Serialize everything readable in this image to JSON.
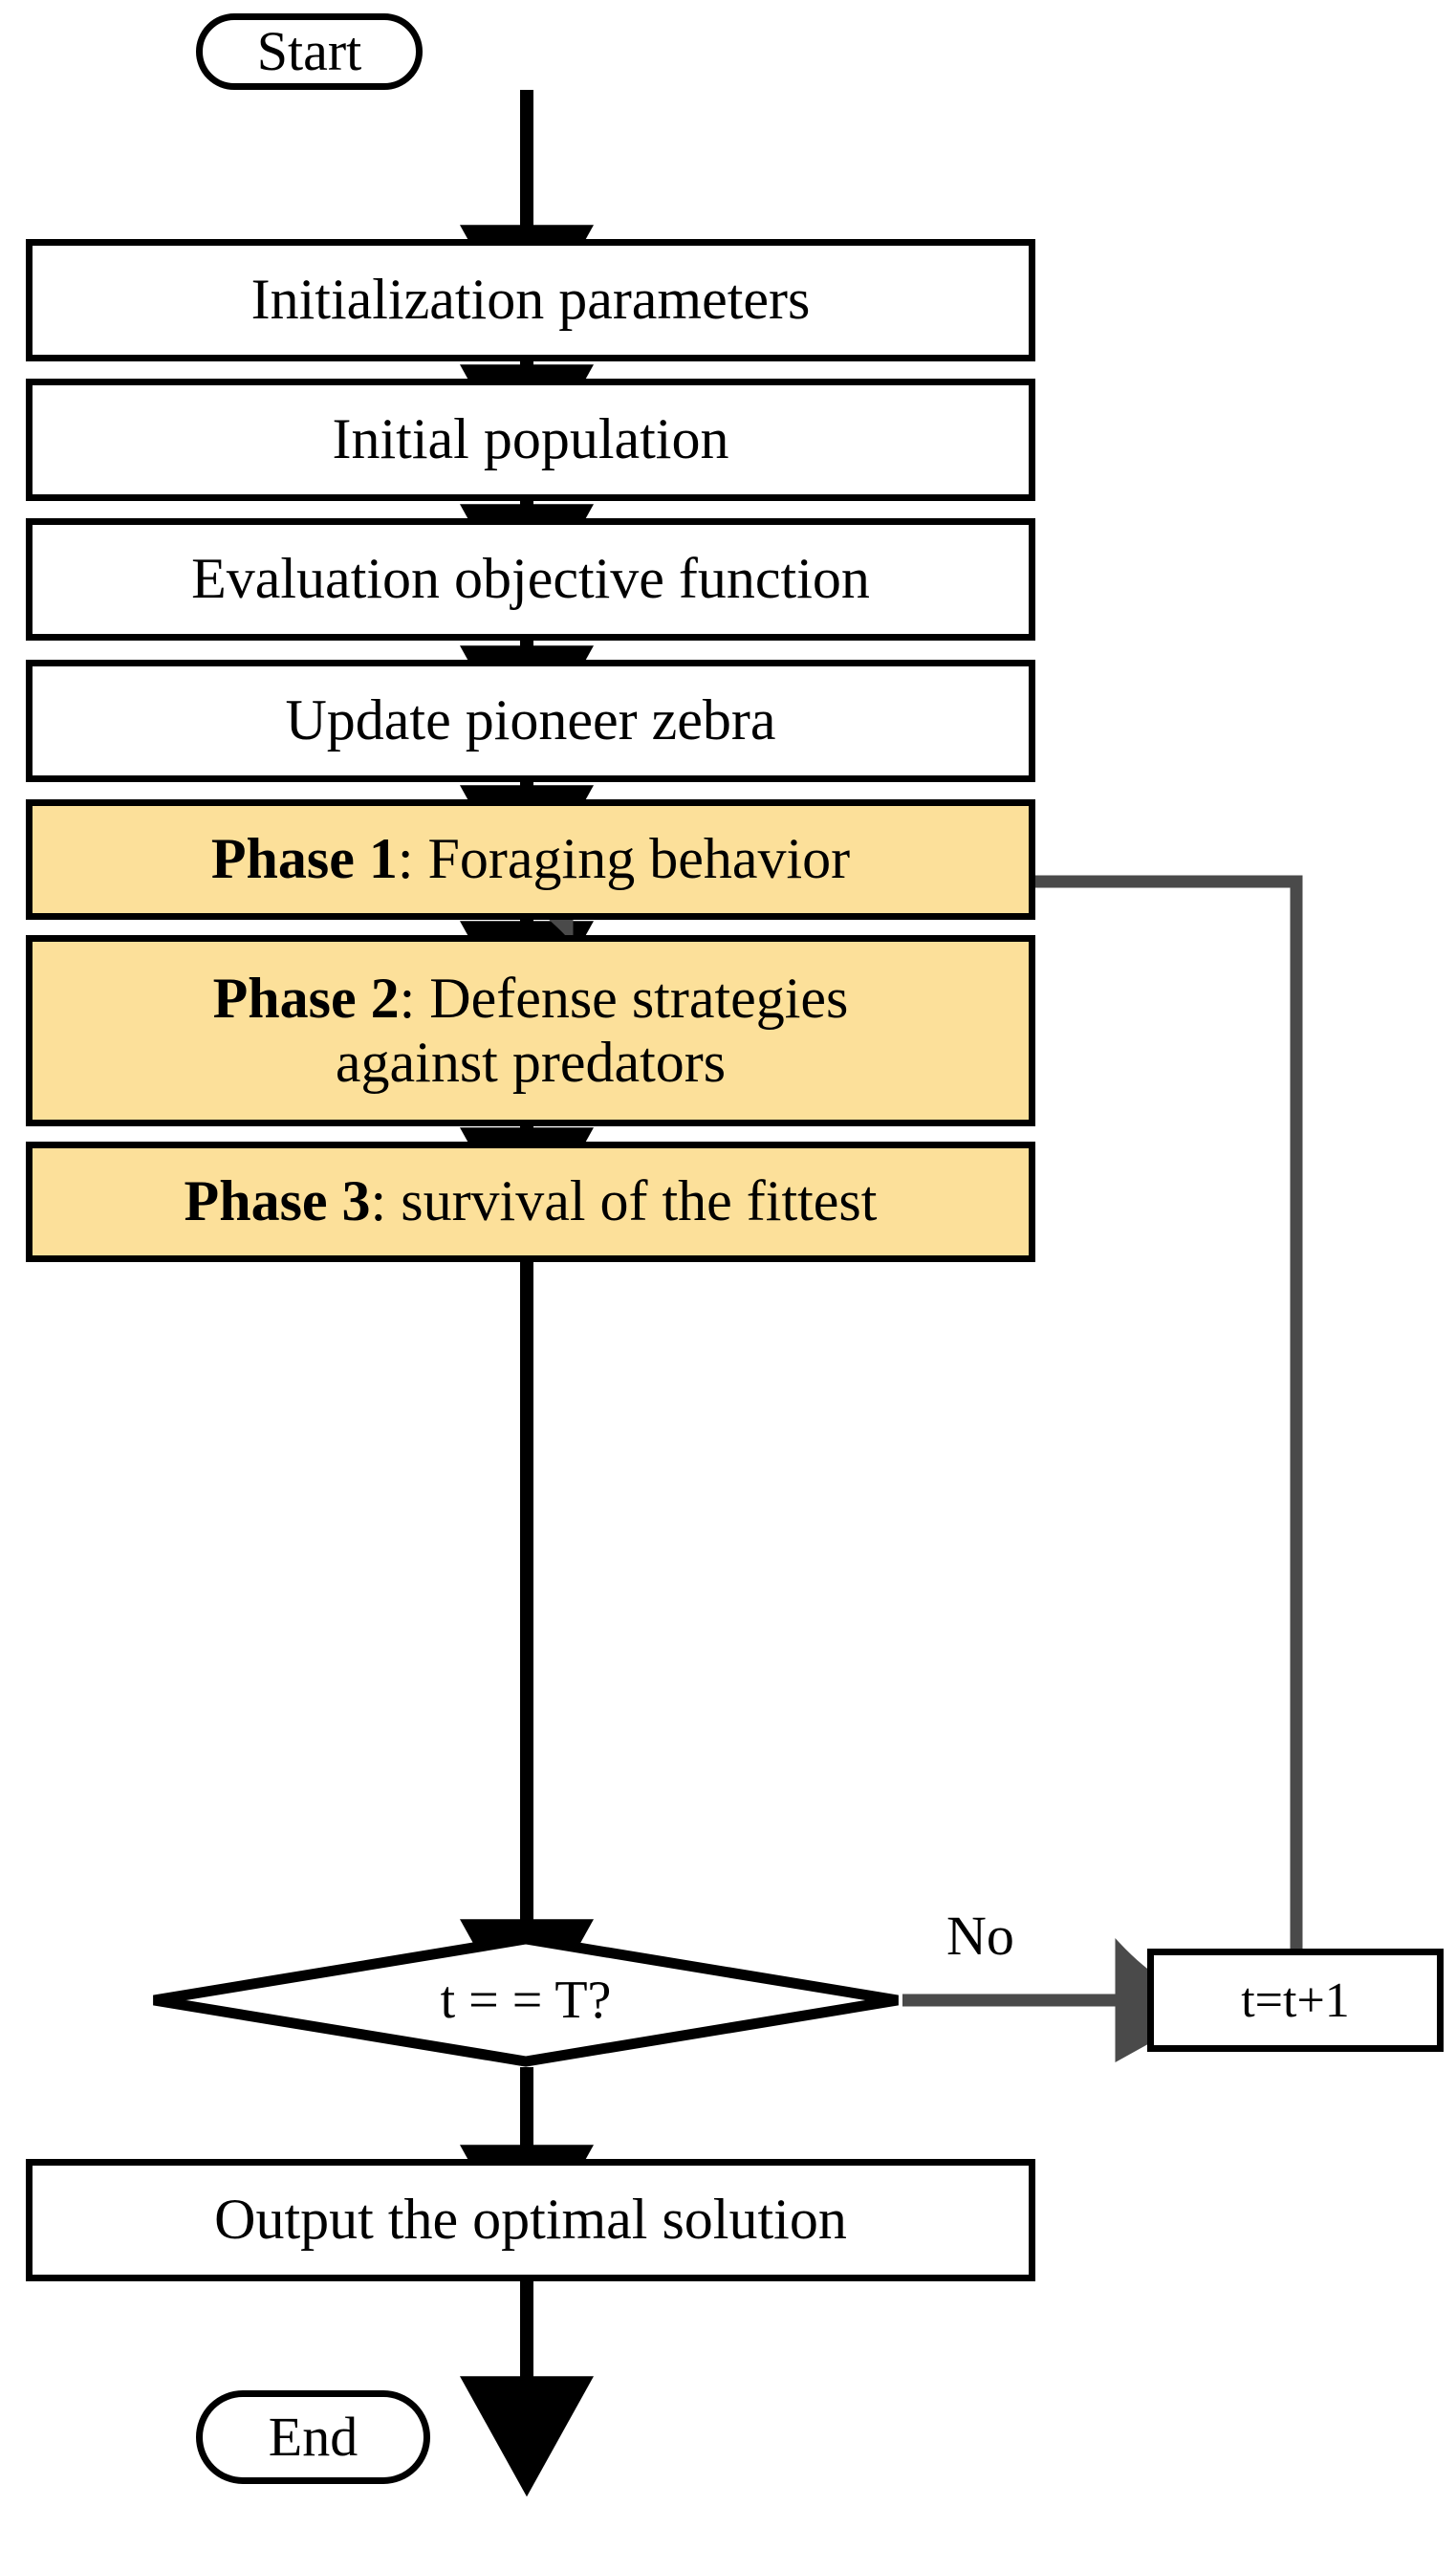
{
  "diagram": {
    "title": "Zebra Optimization Algorithm Flowchart",
    "colors": {
      "phase_fill": "#FCE09A",
      "node_stroke": "#000000",
      "node_fill": "#FFFFFF",
      "arrow_black": "#000000",
      "arrow_gray": "#4A4A4A",
      "text": "#000000"
    },
    "nodes": [
      {
        "id": "start",
        "shape": "terminal",
        "label": "Start"
      },
      {
        "id": "init_params",
        "shape": "process",
        "label": "Initialization parameters"
      },
      {
        "id": "init_pop",
        "shape": "process",
        "label": "Initial population"
      },
      {
        "id": "evaluate",
        "shape": "process",
        "label": "Evaluation objective function"
      },
      {
        "id": "update",
        "shape": "process",
        "label": "Update pioneer zebra"
      },
      {
        "id": "phase1",
        "shape": "process",
        "label_bold": "Phase 1",
        "label_rest": ": Foraging behavior"
      },
      {
        "id": "phase2",
        "shape": "process",
        "label_bold": "Phase 2",
        "label_rest": ": Defense strategies",
        "label_line2": "against predators"
      },
      {
        "id": "phase3",
        "shape": "process",
        "label_bold": "Phase 3",
        "label_rest": ": survival of the fittest"
      },
      {
        "id": "decision",
        "shape": "diamond",
        "label": "t = = T?"
      },
      {
        "id": "increment",
        "shape": "process",
        "label": "t=t+1"
      },
      {
        "id": "output",
        "shape": "process",
        "label": "Output the optimal solution"
      },
      {
        "id": "end",
        "shape": "terminal",
        "label": "End"
      }
    ],
    "edge_labels": {
      "no": "No"
    }
  }
}
